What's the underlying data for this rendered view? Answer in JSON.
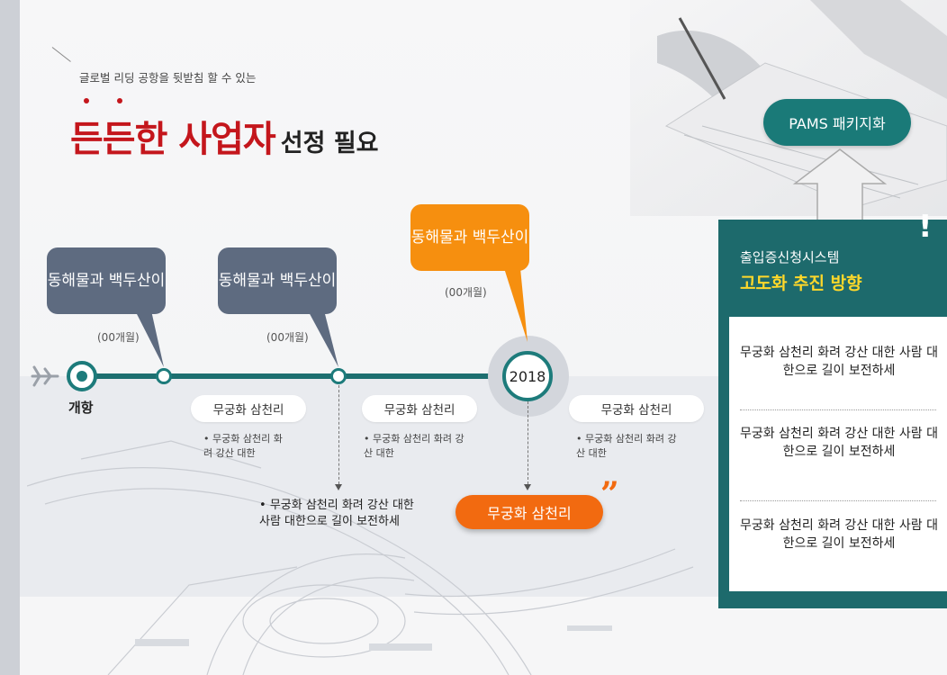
{
  "header": {
    "subtitle": "글로벌 리딩 공항을 뒷받침 할 수 있는",
    "title_highlight": "든든한 사업자",
    "title_rest": "선정 필요"
  },
  "timeline": {
    "start_label": "개항",
    "year_label": "2018",
    "bubbles": [
      {
        "text": "동해물과 백두산이",
        "months": "(00개월)"
      },
      {
        "text": "동해물과 백두산이",
        "months": "(00개월)"
      },
      {
        "text": "동해물과 백두산이",
        "months": "(00개월)"
      }
    ],
    "phases": [
      {
        "label": "무궁화 삼천리",
        "bullet": "무궁화 삼천리 화려 강산 대한"
      },
      {
        "label": "무궁화 삼천리",
        "bullet": "무궁화 삼천리 화려 강산 대한"
      },
      {
        "label": "무궁화 삼천리",
        "bullet": "무궁화 삼천리 화려 강산 대한"
      }
    ],
    "outcome_bullet": "무궁화 삼천리 화려 강산 대한 사람 대한으로 길이 보전하세",
    "outcome_pill": "무궁화 삼천리",
    "quote_mark": "”"
  },
  "side": {
    "pams_label": "PAMS 패키지화",
    "panel_title": "출입증신청시스템",
    "panel_subtitle": "고도화 추진 방향",
    "exclamation": "!",
    "items": [
      "무궁화 삼천리 화려 강산 대한 사람 대한으로 길이 보전하세",
      "무궁화 삼천리 화려 강산 대한 사람 대한으로 길이 보전하세",
      "무궁화 삼천리 화려 강산 대한 사람 대한으로 길이 보전하세"
    ]
  },
  "colors": {
    "accent_red": "#c4161c",
    "teal": "#1d6f70",
    "orange": "#f68f0f",
    "slate": "#5e6b80",
    "highlight_yellow": "#ffd82a"
  },
  "icons": {
    "plane": "airplane-icon",
    "arrow": "up-arrow-icon"
  }
}
